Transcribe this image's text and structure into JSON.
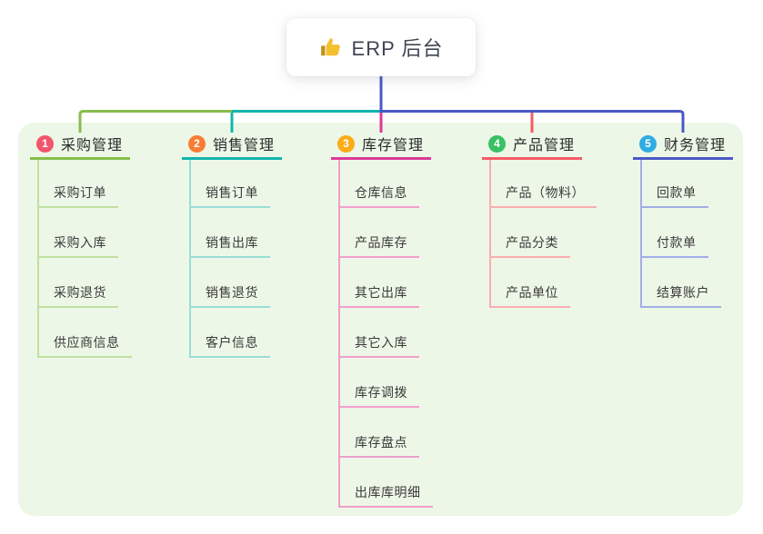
{
  "root": {
    "title": "ERP 后台",
    "icon": "thumbs-up-icon"
  },
  "panel_color": "#EDF7E7",
  "connectors": {
    "root_blue": "#4A59C6",
    "branch1_green": "#85BE4B",
    "branch2_teal": "#13B5AC",
    "branch3_magenta": "#DB3A96",
    "branch4_red": "#F65B66",
    "bran5_blue_note": "",
    "branch5_blue": "#4A59C6"
  },
  "branches": [
    {
      "badge": "1",
      "badge_color": "#F2566C",
      "label": "采购管理",
      "line_color": "#85BE4B",
      "child_line_color": "#BFE19F",
      "children": [
        "采购订单",
        "采购入库",
        "采购退货",
        "供应商信息"
      ]
    },
    {
      "badge": "2",
      "badge_color": "#F87D34",
      "label": "销售管理",
      "line_color": "#13B5AC",
      "child_line_color": "#9ADDD7",
      "children": [
        "销售订单",
        "销售出库",
        "销售退货",
        "客户信息"
      ]
    },
    {
      "badge": "3",
      "badge_color": "#FBAC18",
      "label": "库存管理",
      "line_color": "#DB3A96",
      "child_line_color": "#F19FCB",
      "children": [
        "仓库信息",
        "产品库存",
        "其它出库",
        "其它入库",
        "库存调拨",
        "库存盘点",
        "出库库明细"
      ]
    },
    {
      "badge": "4",
      "badge_color": "#38C065",
      "label": "产品管理",
      "line_color": "#F65B66",
      "child_line_color": "#FBADB0",
      "children": [
        "产品（物料）",
        "产品分类",
        "产品单位"
      ]
    },
    {
      "badge": "5",
      "badge_color": "#2FACE3",
      "label": "财务管理",
      "line_color": "#4A59C6",
      "child_line_color": "#A2AEE5",
      "children": [
        "回款单",
        "付款单",
        "结算账户"
      ]
    }
  ]
}
